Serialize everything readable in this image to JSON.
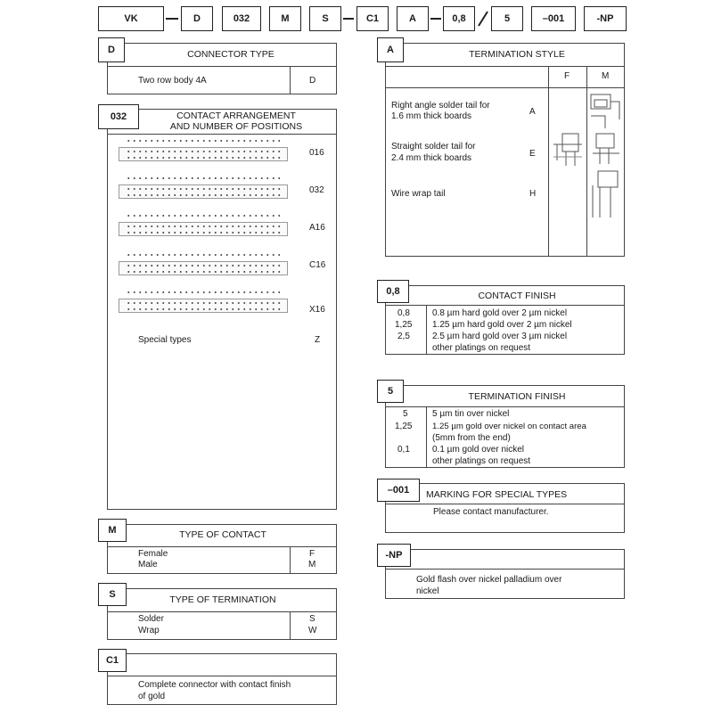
{
  "code_strip": [
    "VK",
    "D",
    "032",
    "M",
    "S",
    "C1",
    "A",
    "0,8",
    "5",
    "–001",
    "-NP"
  ],
  "connector_type": {
    "code": "D",
    "title": "CONNECTOR TYPE",
    "row_label": "Two row body 4A",
    "row_code": "D"
  },
  "contact_arrangement": {
    "code": "032",
    "title_line1": "CONTACT ARRANGEMENT",
    "title_line2": "AND NUMBER OF POSITIONS",
    "rows": [
      {
        "code": "016"
      },
      {
        "code": "032"
      },
      {
        "code": "A16"
      },
      {
        "code": "C16"
      },
      {
        "code": "X16"
      }
    ],
    "special_label": "Special types",
    "special_code": "Z"
  },
  "type_of_contact": {
    "code": "M",
    "title": "TYPE OF CONTACT",
    "rows": [
      {
        "label": "Female",
        "code": "F"
      },
      {
        "label": "Male",
        "code": "M"
      }
    ]
  },
  "type_of_termination": {
    "code": "S",
    "title": "TYPE OF TERMINATION",
    "rows": [
      {
        "label": "Solder",
        "code": "S"
      },
      {
        "label": "Wrap",
        "code": "W"
      }
    ]
  },
  "c1": {
    "code": "C1",
    "line1": "Complete connector with contact finish",
    "line2": "of gold"
  },
  "termination_style": {
    "code": "A",
    "title": "TERMINATION STYLE",
    "col_f": "F",
    "col_m": "M",
    "rows": [
      {
        "line1": "Right angle solder tail for",
        "line2": "1.6 mm thick boards",
        "code": "A"
      },
      {
        "line1": "Straight solder tail for",
        "line2": "2.4 mm thick boards",
        "code": "E"
      },
      {
        "line1": "Wire wrap tail",
        "line2": "",
        "code": "H"
      }
    ]
  },
  "contact_finish": {
    "code": "0,8",
    "title": "CONTACT FINISH",
    "rows": [
      {
        "code": "0,8",
        "text": "0.8 µm hard gold over 2 µm nickel"
      },
      {
        "code": "1,25",
        "text": "1.25 µm hard gold over 2 µm nickel"
      },
      {
        "code": "2,5",
        "text": "2.5 µm hard gold over 3 µm nickel"
      },
      {
        "code": "",
        "text": "other platings on request"
      }
    ]
  },
  "termination_finish": {
    "code": "5",
    "title": "TERMINATION FINISH",
    "rows": [
      {
        "code": "5",
        "text": "5 µm tin over nickel"
      },
      {
        "code": "1,25",
        "text": "1.25 µm gold over nickel on contact area"
      },
      {
        "code": "",
        "text": "(5mm from the end)"
      },
      {
        "code": "0,1",
        "text": "0.1 µm gold over nickel"
      },
      {
        "code": "",
        "text": "other platings on request"
      }
    ]
  },
  "marking": {
    "code": "–001",
    "title": "MARKING FOR SPECIAL TYPES",
    "text": "Please contact manufacturer."
  },
  "np": {
    "code": "-NP",
    "line1": "Gold flash over nickel palladium over",
    "line2": "nickel"
  }
}
